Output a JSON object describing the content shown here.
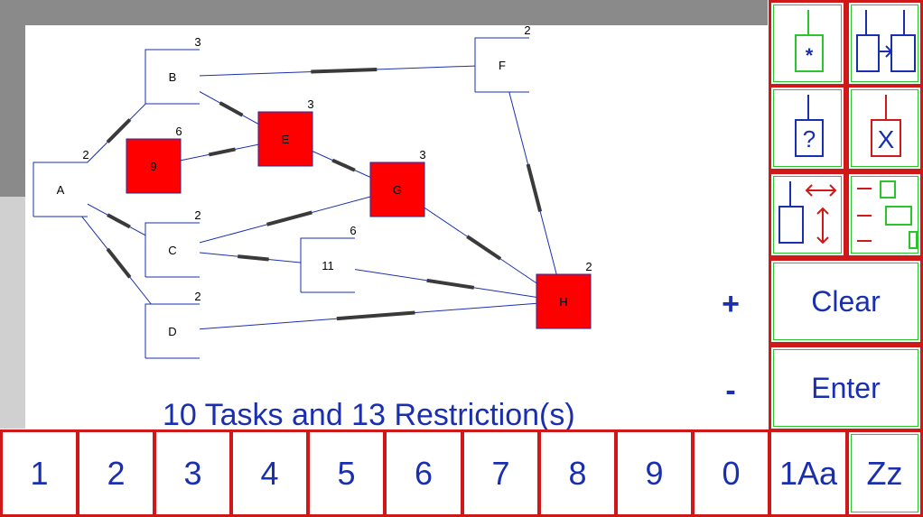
{
  "summary_text": "10 Tasks and 13 Restriction(s)",
  "zoom": {
    "plus": "+",
    "minus": "-"
  },
  "side_buttons": {
    "clear": "Clear",
    "enter": "Enter",
    "add_task_symbol": "*",
    "query_symbol": "?",
    "delete_symbol": "X"
  },
  "keyboard": [
    "1",
    "2",
    "3",
    "4",
    "5",
    "6",
    "7",
    "8",
    "9",
    "0",
    "1Aa",
    "Zz"
  ],
  "graph": {
    "nodes": [
      {
        "id": "A",
        "label": "A",
        "duration": "2",
        "critical": false
      },
      {
        "id": "B",
        "label": "B",
        "duration": "3",
        "critical": false
      },
      {
        "id": "9",
        "label": "9",
        "duration": "6",
        "critical": true
      },
      {
        "id": "C",
        "label": "C",
        "duration": "2",
        "critical": false
      },
      {
        "id": "D",
        "label": "D",
        "duration": "2",
        "critical": false
      },
      {
        "id": "E",
        "label": "E",
        "duration": "3",
        "critical": true
      },
      {
        "id": "11",
        "label": "11",
        "duration": "6",
        "critical": false
      },
      {
        "id": "G",
        "label": "G",
        "duration": "3",
        "critical": true
      },
      {
        "id": "F",
        "label": "F",
        "duration": "2",
        "critical": false
      },
      {
        "id": "H",
        "label": "H",
        "duration": "2",
        "critical": true
      }
    ],
    "edges": [
      {
        "from": "A",
        "to": "B"
      },
      {
        "from": "A",
        "to": "C"
      },
      {
        "from": "A",
        "to": "D"
      },
      {
        "from": "B",
        "to": "E"
      },
      {
        "from": "B",
        "to": "F"
      },
      {
        "from": "9",
        "to": "E"
      },
      {
        "from": "E",
        "to": "G"
      },
      {
        "from": "C",
        "to": "G"
      },
      {
        "from": "C",
        "to": "11"
      },
      {
        "from": "11",
        "to": "H"
      },
      {
        "from": "G",
        "to": "H"
      },
      {
        "from": "F",
        "to": "H"
      },
      {
        "from": "D",
        "to": "H"
      }
    ]
  },
  "colors": {
    "accent_blue": "#1a2fb0",
    "critical_red": "#ff0000",
    "border_red": "#d01818",
    "border_green": "#2bc42b"
  }
}
